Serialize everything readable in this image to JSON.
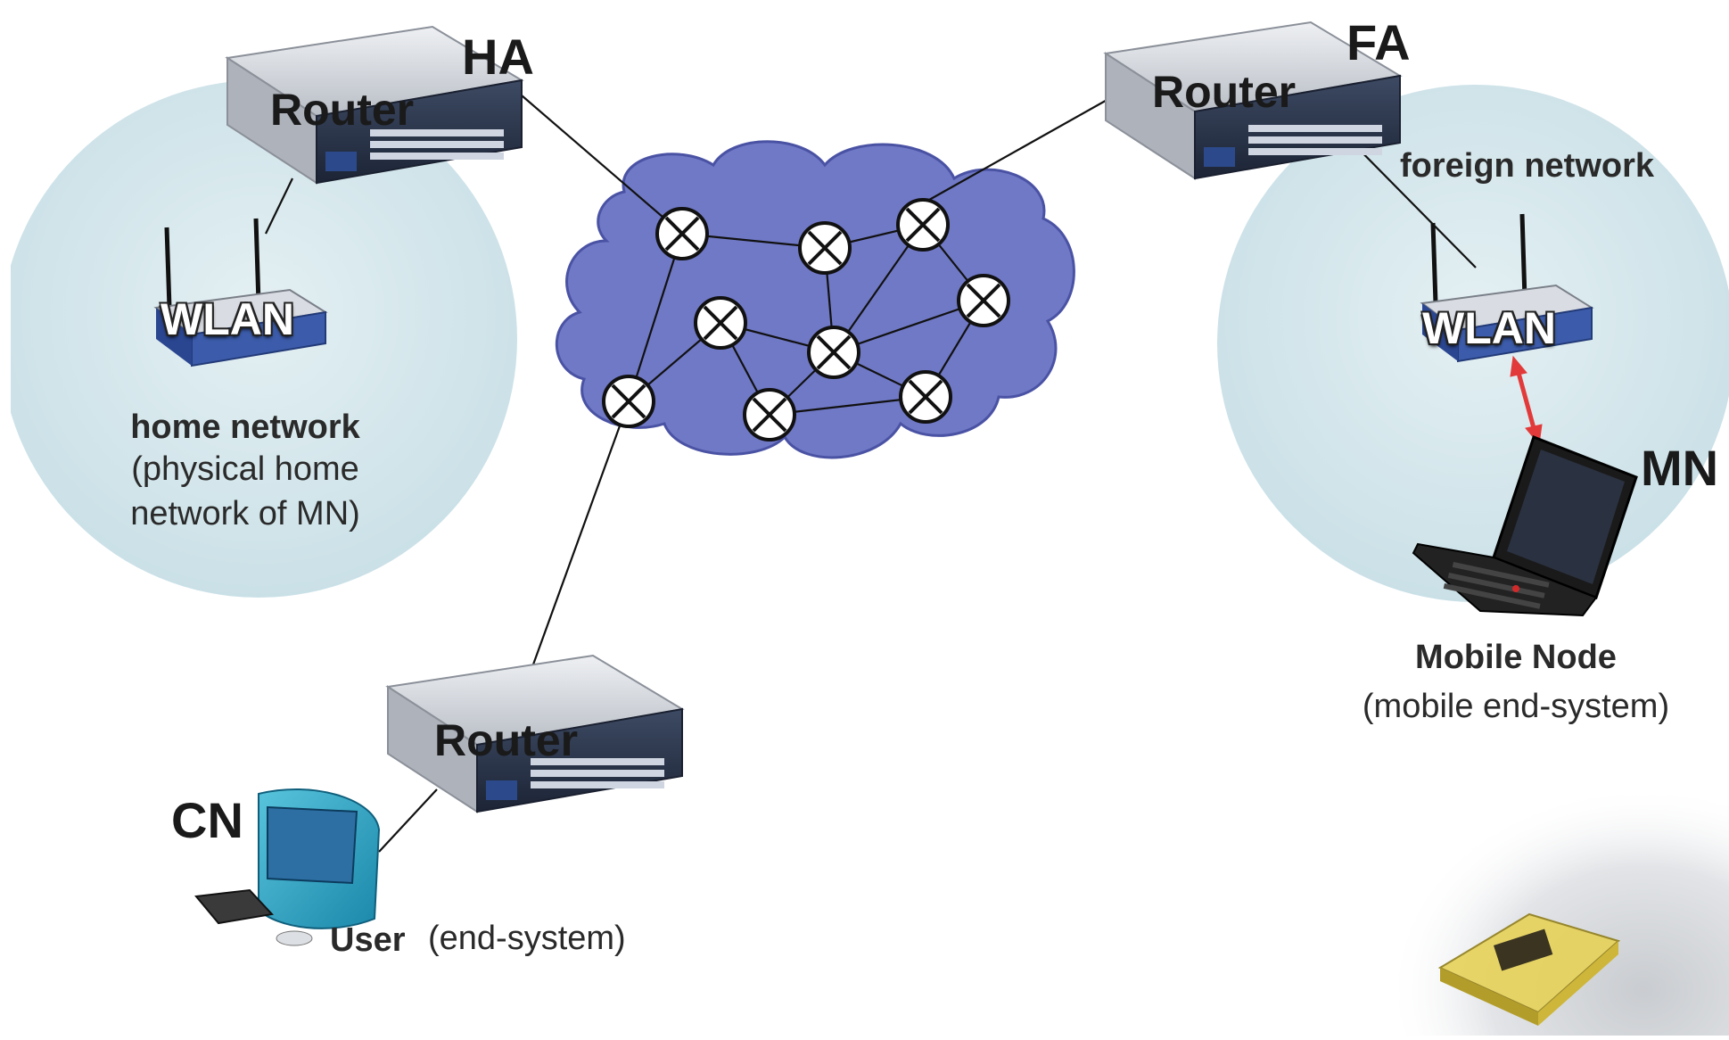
{
  "routers": {
    "home_label": "Router",
    "foreign_label": "Router",
    "user_label": "Router"
  },
  "agents": {
    "home_agent": "HA",
    "foreign_agent": "FA",
    "mobile_node": "MN",
    "correspondent_node": "CN"
  },
  "wlan": {
    "home_label": "WLAN",
    "foreign_label": "WLAN"
  },
  "home_network": {
    "title": "home network",
    "line1": "(physical home",
    "line2": "network of MN)"
  },
  "foreign_network": {
    "title": "foreign network"
  },
  "mobile_node": {
    "title": "Mobile Node",
    "subtitle": "(mobile end-system)"
  },
  "user": {
    "title": "User",
    "subtitle": "(end-system)"
  },
  "colors": {
    "network_circle": "#d2e6ec",
    "cloud": "#6f79c7",
    "link_arrow": "#e23a3a",
    "node_fill": "#ffffff"
  },
  "icons": {
    "router": "router-icon",
    "wlan": "wireless-access-point-icon",
    "laptop": "laptop-icon",
    "desktop": "imac-computer-icon",
    "sensor": "sensor-device-icon",
    "switch_node": "circle-cross-icon"
  }
}
